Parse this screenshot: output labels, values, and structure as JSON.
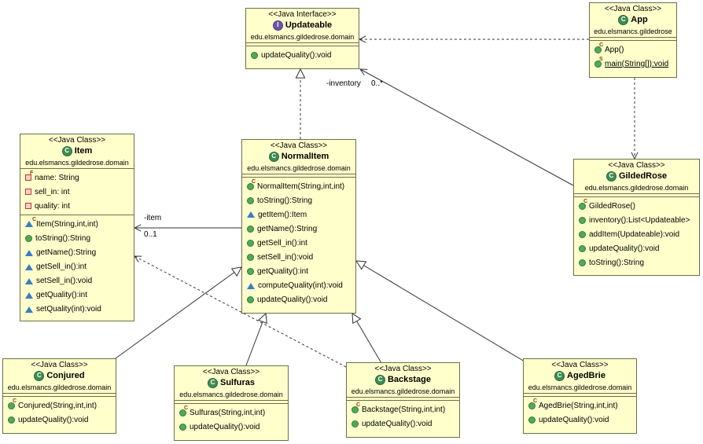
{
  "classes": {
    "updateable": {
      "stereotype": "<<Java Interface>>",
      "name": "Updateable",
      "kind_icon": "interface-icon",
      "package": "edu.elsmancs.gildedrose.domain",
      "operations": [
        {
          "text": "updateQuality():void",
          "vis": "public"
        }
      ]
    },
    "app": {
      "stereotype": "<<Java Class>>",
      "name": "App",
      "kind_icon": "class-icon",
      "package": "edu.elsmancs.gildedrose",
      "operations": [
        {
          "text": "App()",
          "vis": "public",
          "mod": "C"
        },
        {
          "text": "main(String[]):void",
          "vis": "public",
          "mod": "S",
          "static": true
        }
      ]
    },
    "item": {
      "stereotype": "<<Java Class>>",
      "name": "Item",
      "kind_icon": "class-icon",
      "package": "edu.elsmancs.gildedrose.domain",
      "attributes": [
        {
          "text": "name: String",
          "vis": "private",
          "mod": "F"
        },
        {
          "text": "sell_in: int",
          "vis": "private"
        },
        {
          "text": "quality: int",
          "vis": "private"
        }
      ],
      "operations": [
        {
          "text": "Item(String,int,int)",
          "vis": "protected",
          "mod": "C"
        },
        {
          "text": "toString():String",
          "vis": "public"
        },
        {
          "text": "getName():String",
          "vis": "protected"
        },
        {
          "text": "getSell_in():int",
          "vis": "protected"
        },
        {
          "text": "setSell_in():void",
          "vis": "protected"
        },
        {
          "text": "getQuality():int",
          "vis": "protected"
        },
        {
          "text": "setQuality(int):void",
          "vis": "protected"
        }
      ]
    },
    "normalitem": {
      "stereotype": "<<Java Class>>",
      "name": "NormalItem",
      "kind_icon": "class-icon",
      "package": "edu.elsmancs.gildedrose.domain",
      "operations": [
        {
          "text": "NormalItem(String,int,int)",
          "vis": "public",
          "mod": "C"
        },
        {
          "text": "toString():String",
          "vis": "public"
        },
        {
          "text": "getItem():Item",
          "vis": "protected"
        },
        {
          "text": "getName():String",
          "vis": "public"
        },
        {
          "text": "getSell_in():int",
          "vis": "public"
        },
        {
          "text": "setSell_in():void",
          "vis": "public"
        },
        {
          "text": "getQuality():int",
          "vis": "public"
        },
        {
          "text": "computeQuality(int):void",
          "vis": "protected"
        },
        {
          "text": "updateQuality():void",
          "vis": "public"
        }
      ]
    },
    "gildedrose": {
      "stereotype": "<<Java Class>>",
      "name": "GildedRose",
      "kind_icon": "class-icon",
      "package": "edu.elsmancs.gildedrose.domain",
      "operations": [
        {
          "text": "GildedRose()",
          "vis": "public",
          "mod": "C"
        },
        {
          "text": "inventory():List<Updateable>",
          "vis": "public"
        },
        {
          "text": "addItem(Updateable):void",
          "vis": "public"
        },
        {
          "text": "updateQuality():void",
          "vis": "public"
        },
        {
          "text": "toString():String",
          "vis": "public"
        }
      ]
    },
    "conjured": {
      "stereotype": "<<Java Class>>",
      "name": "Conjured",
      "kind_icon": "class-icon",
      "package": "edu.elsmancs.gildedrose.domain",
      "operations": [
        {
          "text": "Conjured(String,int,int)",
          "vis": "public",
          "mod": "C"
        },
        {
          "text": "updateQuality():void",
          "vis": "public"
        }
      ]
    },
    "sulfuras": {
      "stereotype": "<<Java Class>>",
      "name": "Sulfuras",
      "kind_icon": "class-icon",
      "package": "edu.elsmancs.gildedrose.domain",
      "operations": [
        {
          "text": "Sulfuras(String,int,int)",
          "vis": "public",
          "mod": "C"
        },
        {
          "text": "updateQuality():void",
          "vis": "public"
        }
      ]
    },
    "backstage": {
      "stereotype": "<<Java Class>>",
      "name": "Backstage",
      "kind_icon": "class-icon",
      "package": "edu.elsmancs.gildedrose.domain",
      "operations": [
        {
          "text": "Backstage(String,int,int)",
          "vis": "public",
          "mod": "C"
        },
        {
          "text": "updateQuality():void",
          "vis": "public"
        }
      ]
    },
    "agedbrie": {
      "stereotype": "<<Java Class>>",
      "name": "AgedBrie",
      "kind_icon": "class-icon",
      "package": "edu.elsmancs.gildedrose.domain",
      "operations": [
        {
          "text": "AgedBrie(String,int,int)",
          "vis": "public",
          "mod": "C"
        },
        {
          "text": "updateQuality():void",
          "vis": "public"
        }
      ]
    }
  },
  "relations": [
    {
      "from": "app",
      "to": "updateable",
      "kind": "dependency"
    },
    {
      "from": "app",
      "to": "gildedrose",
      "kind": "dependency"
    },
    {
      "from": "gildedrose",
      "to": "updateable",
      "kind": "association",
      "role": "-inventory",
      "multiplicity": "0..*"
    },
    {
      "from": "normalitem",
      "to": "updateable",
      "kind": "realization"
    },
    {
      "from": "normalitem",
      "to": "item",
      "kind": "association",
      "role": "-item",
      "multiplicity": "0..1"
    },
    {
      "from": "backstage",
      "to": "item",
      "kind": "dependency"
    },
    {
      "from": "conjured",
      "to": "normalitem",
      "kind": "generalization"
    },
    {
      "from": "sulfuras",
      "to": "normalitem",
      "kind": "generalization"
    },
    {
      "from": "backstage",
      "to": "normalitem",
      "kind": "generalization"
    },
    {
      "from": "agedbrie",
      "to": "normalitem",
      "kind": "generalization"
    }
  ],
  "labels": {
    "inventory_role": "-inventory",
    "inventory_mult": "0..*",
    "item_role": "-item",
    "item_mult": "0..1"
  },
  "colors": {
    "box_fill": "#ffffcc",
    "box_border": "#6f6f46",
    "class_icon": "#3d8d52",
    "interface_icon": "#6a57a8",
    "public": "#53a85a",
    "protected": "#3c7cc4",
    "private": "#c0392b"
  }
}
